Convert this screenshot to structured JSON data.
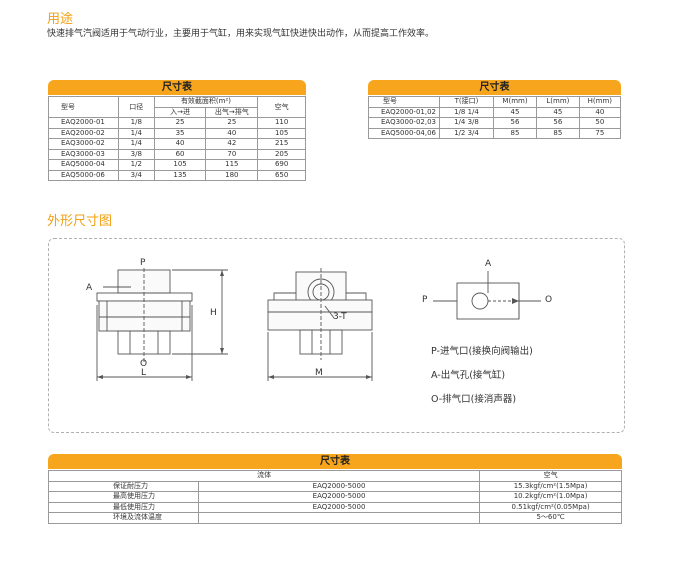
{
  "usage": {
    "heading": "用途",
    "description": "快速排气汽阀适用于气动行业，主要用于气缸，用来实现气缸快进快出动作，从而提高工作效率。"
  },
  "size_table_1": {
    "title": "尺寸表",
    "headers": {
      "model": "型号",
      "bore": "口径",
      "effective_area": "有效截面积(m²)",
      "in_out": "入→进",
      "out_exhaust": "出气→排气",
      "air": "空气"
    },
    "rows": [
      [
        "EAQ2000-01",
        "1/8",
        "25",
        "25",
        "110"
      ],
      [
        "EAQ2000-02",
        "1/4",
        "35",
        "40",
        "105"
      ],
      [
        "EAQ3000-02",
        "1/4",
        "40",
        "42",
        "215"
      ],
      [
        "EAQ3000-03",
        "3/8",
        "60",
        "70",
        "205"
      ],
      [
        "EAQ5000-04",
        "1/2",
        "105",
        "115",
        "690"
      ],
      [
        "EAQ5000-06",
        "3/4",
        "135",
        "180",
        "650"
      ]
    ]
  },
  "size_table_2": {
    "title": "尺寸表",
    "headers": {
      "model": "型号",
      "port": "T(接口)",
      "m": "M(mm)",
      "l": "L(mm)",
      "h": "H(mm)"
    },
    "rows": [
      [
        "EAQ2000-01,02",
        "1/8  1/4",
        "45",
        "45",
        "40"
      ],
      [
        "EAQ3000-02,03",
        "1/4  3/8",
        "56",
        "56",
        "50"
      ],
      [
        "EAQ5000-04,06",
        "1/2  3/4",
        "85",
        "85",
        "75"
      ]
    ]
  },
  "dimensions": {
    "heading": "外形尺寸图",
    "labels": {
      "p": "P",
      "a": "A",
      "o": "O",
      "l": "L",
      "h": "H",
      "t": "3-T",
      "m": "M",
      "sym_a": "A",
      "sym_p": "P",
      "sym_o": "O"
    },
    "legend": [
      "P-进气口(接换向阀输出)",
      "A-出气孔(接气缸)",
      "O-排气口(接消声器)"
    ]
  },
  "size_table_3": {
    "title": "尺寸表",
    "headers": {
      "fluid": "流体",
      "air": "空气"
    },
    "rows": [
      [
        "保证耐压力",
        "EAQ2000-5000",
        "15.3kgf/cm²(1.5Mpa)"
      ],
      [
        "最高使用压力",
        "EAQ2000-5000",
        "10.2kgf/cm²(1.0Mpa)"
      ],
      [
        "最低使用压力",
        "EAQ2000-5000",
        "0.51kgf/cm²(0.05Mpa)"
      ],
      [
        "环境及流体温度",
        "",
        "5～60℃"
      ]
    ]
  }
}
